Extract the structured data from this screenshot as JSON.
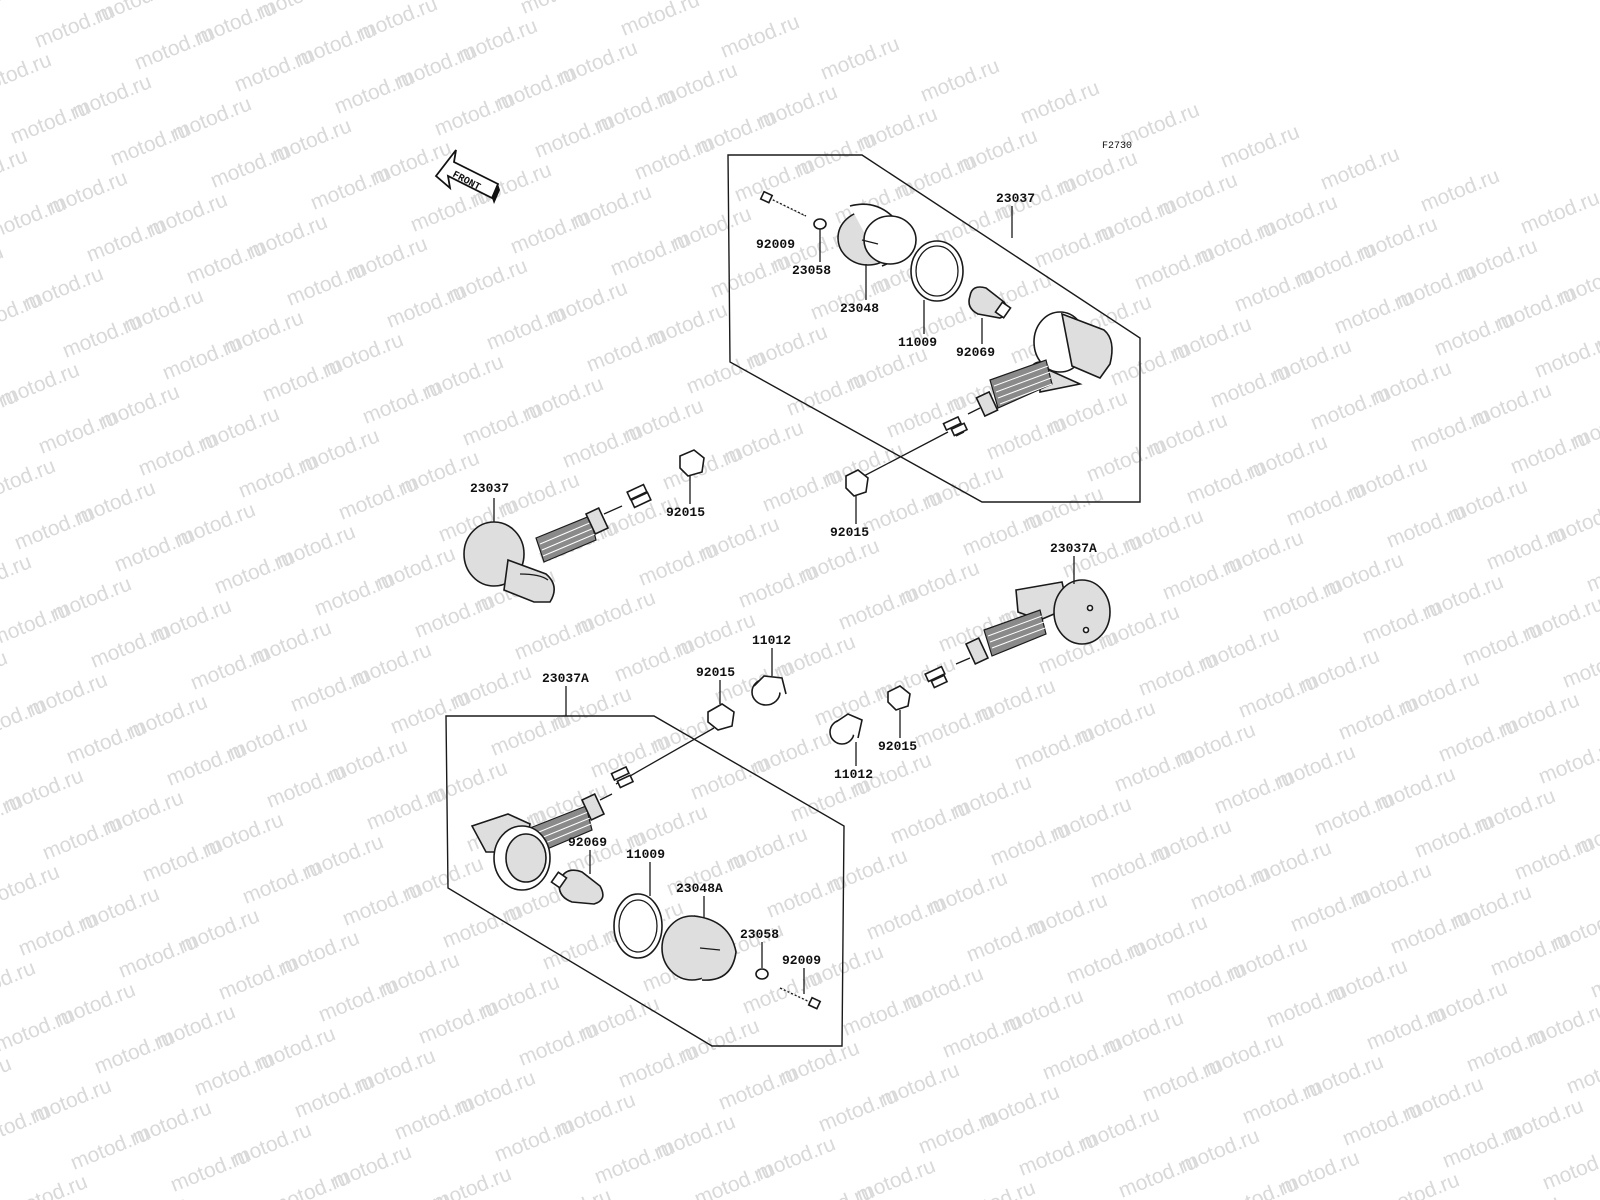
{
  "watermark_text": "motod.ru",
  "figure_code": "F2730",
  "front_label": "FRONT",
  "labels": {
    "top_23037": "23037",
    "top_92009": "92009",
    "top_23058": "23058",
    "top_23048": "23048",
    "top_11009": "11009",
    "top_92069": "92069",
    "mid_92015_right": "92015",
    "left_23037": "23037",
    "left_92015": "92015",
    "right_23037A": "23037A",
    "mid_11012_upper": "11012",
    "mid_92015_lower": "92015",
    "bot_23037A": "23037A",
    "mid_92015_small": "92015",
    "mid_11012_lower": "11012",
    "bot_92069": "92069",
    "bot_11009": "11009",
    "bot_23048A": "23048A",
    "bot_23058": "23058",
    "bot_92009": "92009"
  }
}
